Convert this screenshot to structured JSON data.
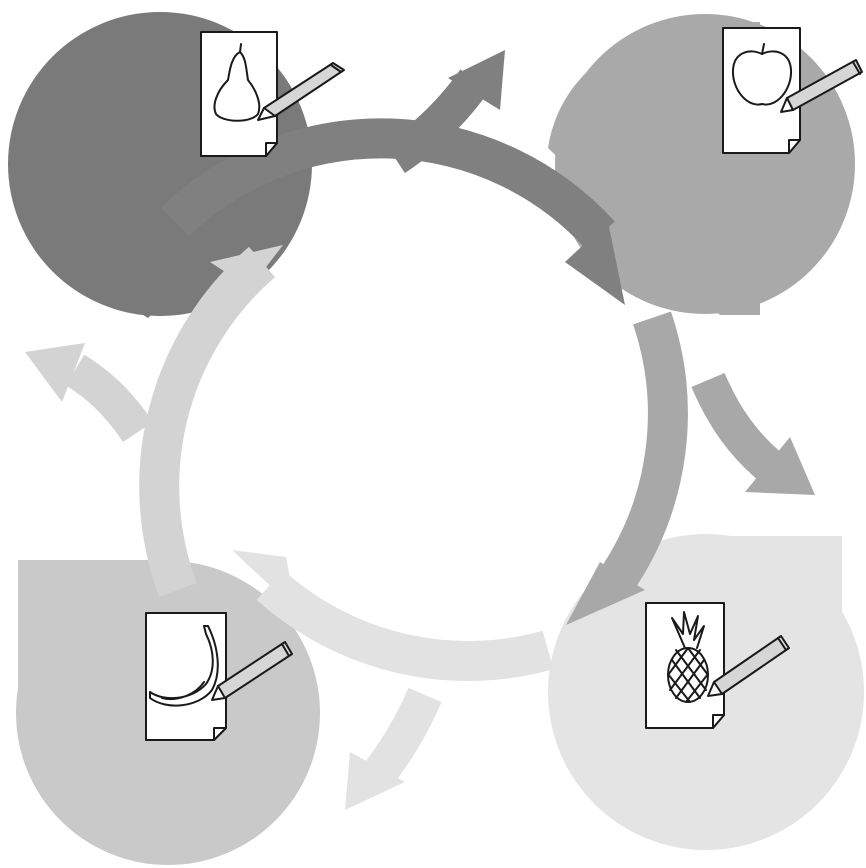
{
  "diagram": {
    "colors": {
      "background": "#ffffff",
      "ink": "#1a1a1a",
      "pencil_fill": "#d6d6d6"
    },
    "stages": [
      {
        "id": "pear",
        "icon": "pear-icon",
        "blob_color": "#7a7a7a",
        "arrow_color": "#808080"
      },
      {
        "id": "apple",
        "icon": "apple-icon",
        "blob_color": "#a9a9a9",
        "arrow_color": "#a8a8a8"
      },
      {
        "id": "pineapple",
        "icon": "pineapple-icon",
        "blob_color": "#e4e4e4",
        "arrow_color": "#e2e2e2"
      },
      {
        "id": "banana",
        "icon": "banana-icon",
        "blob_color": "#c9c9c9",
        "arrow_color": "#d3d3d3"
      }
    ]
  }
}
